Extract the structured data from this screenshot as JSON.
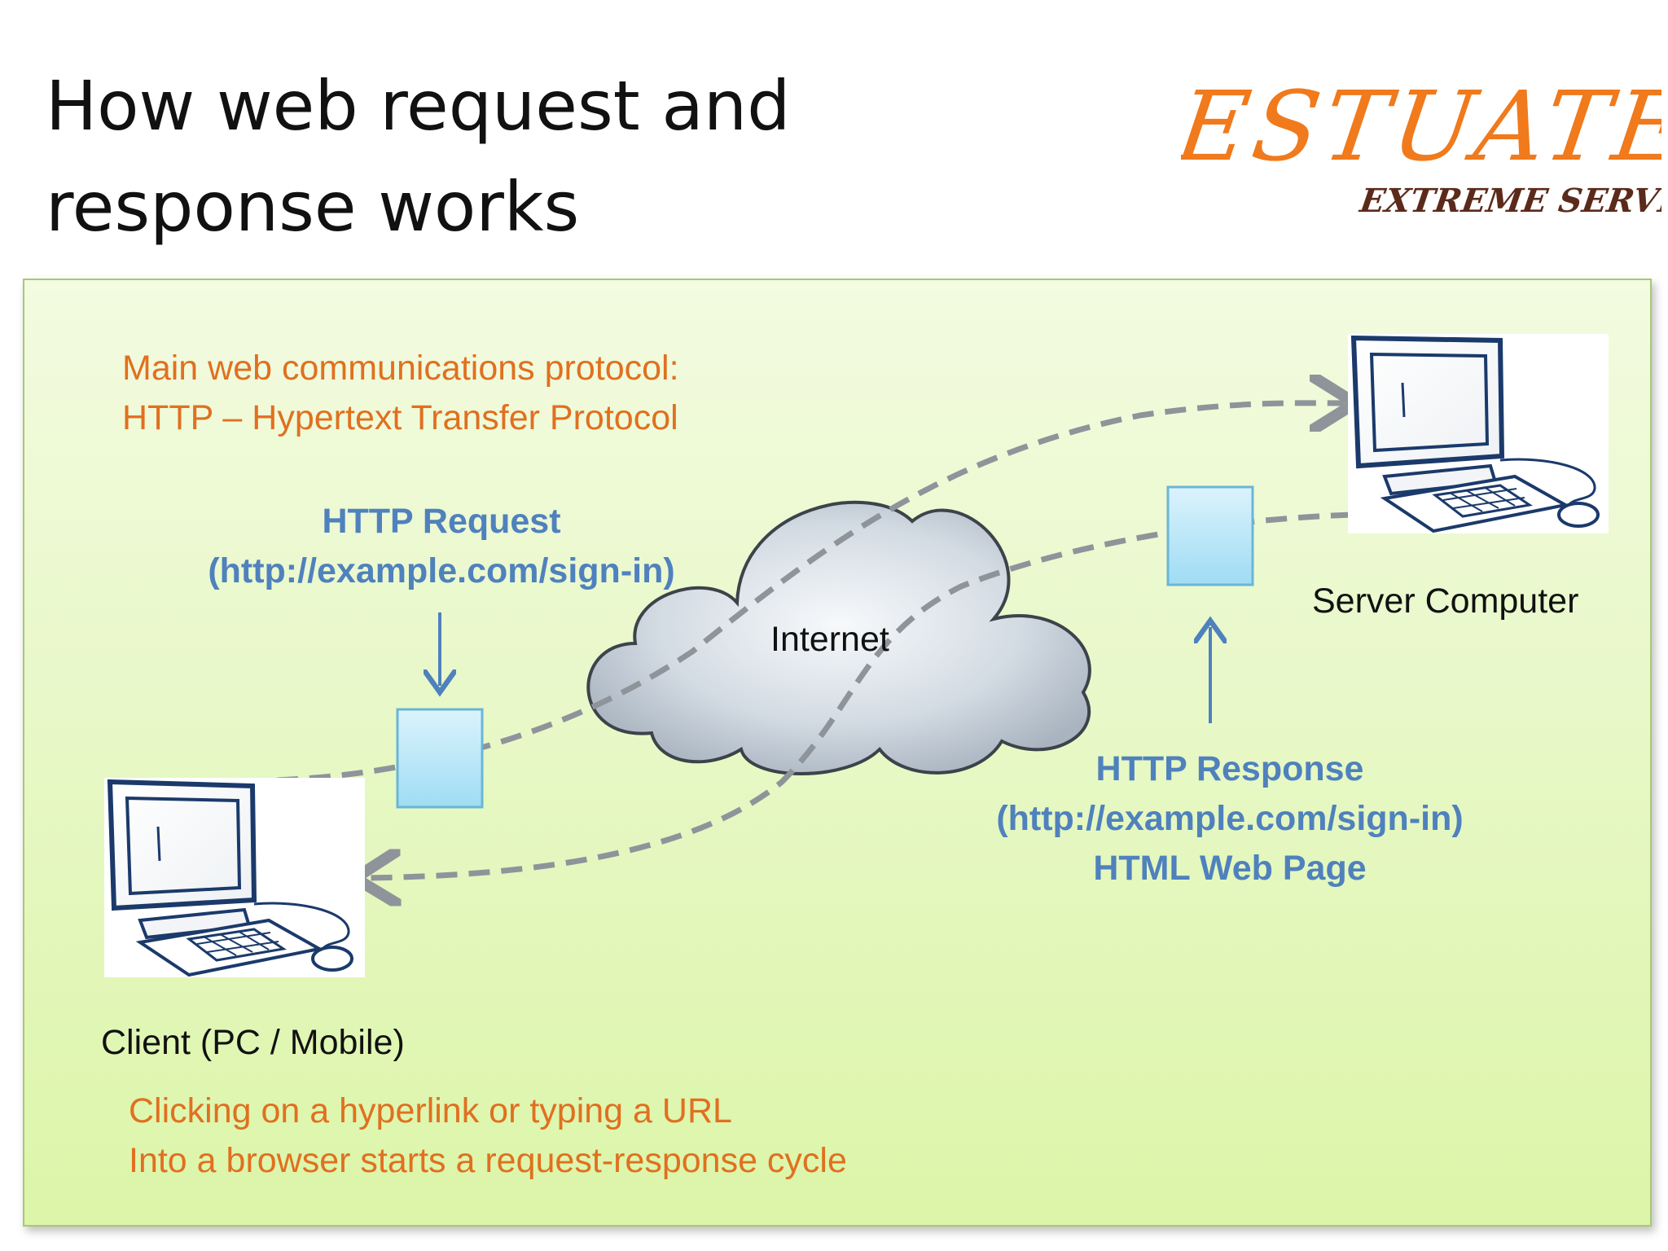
{
  "title": {
    "line1": "How web request and",
    "line2": "response works"
  },
  "logo": {
    "brand": "ESTUATE",
    "tagline": "EXTREME SERVICE"
  },
  "protocol_note": {
    "line1": "Main web communications protocol:",
    "line2": "HTTP – Hypertext Transfer Protocol"
  },
  "request": {
    "label": "HTTP Request",
    "url": "(http://example.com/sign-in)"
  },
  "internet_label": "Internet",
  "server_label": "Server Computer",
  "response": {
    "label": "HTTP Response",
    "url": "(http://example.com/sign-in)",
    "content": "HTML Web Page"
  },
  "client_label": "Client (PC / Mobile)",
  "footer_note": {
    "line1": "Clicking on a hyperlink or typing a URL",
    "line2": "Into a browser starts a request-response cycle"
  },
  "colors": {
    "orange": "#e07020",
    "blue": "#4f81bd",
    "panel_green": "#e4f7bc",
    "packet": "#b9e6f7"
  }
}
